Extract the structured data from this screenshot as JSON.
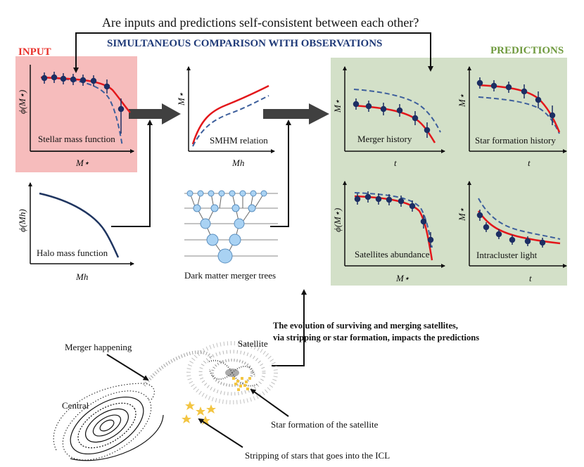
{
  "top_question": "Are inputs and predictions self-consistent between each other?",
  "comparison_title": "SIMULTANEOUS COMPARISON WITH OBSERVATIONS",
  "input_label": "INPUT",
  "predictions_label": "PREDICTIONS",
  "colors": {
    "input_bg": "#f6bcbc",
    "predictions_bg": "#d3e0c8",
    "input_text": "#e8302a",
    "comparison_text": "#1f3a78",
    "predictions_text": "#6f9a3e",
    "model_line": "#e3171b",
    "dashed_line": "#3d5f9c",
    "data_points": "#1c2e63",
    "halo_line": "#1f3560",
    "node_fill": "#a9d2f3",
    "star": "#f3c542"
  },
  "panels": {
    "stellar_mass_function": {
      "caption": "Stellar mass function",
      "xlabel": "M⋆",
      "ylabel": "ϕ(M⋆)"
    },
    "halo_mass_function": {
      "caption": "Halo mass function",
      "xlabel": "Mh",
      "ylabel": "ϕ(Mh)"
    },
    "smhm_relation": {
      "caption": "SMHM relation",
      "xlabel": "Mh",
      "ylabel": "M⋆"
    },
    "merger_trees": {
      "caption": "Dark matter merger trees"
    },
    "merger_history": {
      "caption": "Merger history",
      "xlabel": "t",
      "ylabel": "M⋆"
    },
    "star_formation_history": {
      "caption": "Star formation history",
      "xlabel": "t",
      "ylabel": "M⋆"
    },
    "satellites_abundance": {
      "caption": "Satellites abundance",
      "xlabel": "M⋆",
      "ylabel": "ϕ(M⋆)"
    },
    "intracluster_light": {
      "caption": "Intracluster light",
      "xlabel": "t",
      "ylabel": "M⋆"
    }
  },
  "evolution_note": {
    "line1": "The evolution of surviving and merging satellites,",
    "line2": "via stripping or star formation, impacts the predictions"
  },
  "illustration": {
    "merger_happening": "Merger happening",
    "central": "Central",
    "satellite": "Satellite",
    "star_formation": "Star formation of the satellite",
    "stripping": "Stripping of stars that goes into the ICL"
  }
}
